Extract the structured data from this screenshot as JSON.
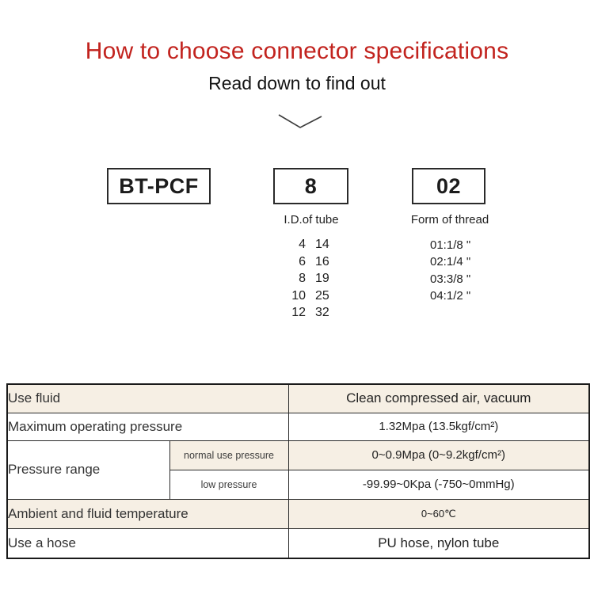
{
  "header": {
    "title": "How to choose connector specifications",
    "subtitle": "Read down to find out"
  },
  "colors": {
    "title_red": "#c2231e",
    "table_beige": "#f6efe4"
  },
  "code_breakdown": {
    "boxes": [
      {
        "text": "BT-PCF"
      },
      {
        "text": "8"
      },
      {
        "text": "02"
      }
    ],
    "captions": {
      "id_of_tube": "I.D.of tube",
      "form_of_thread": "Form of thread"
    },
    "tube_id_pairs": [
      [
        "4",
        "14"
      ],
      [
        "6",
        "16"
      ],
      [
        "8",
        "19"
      ],
      [
        "10",
        "25"
      ],
      [
        "12",
        "32"
      ]
    ],
    "thread_forms": [
      "01:1/8 \"",
      "02:1/4 \"",
      "03:3/8 \"",
      "04:1/2 \""
    ]
  },
  "spec_table": {
    "rows": [
      {
        "label": "Use fluid",
        "value": "Clean compressed air, vacuum"
      },
      {
        "label": "Maximum operating pressure",
        "value": "1.32Mpa (13.5kgf/cm²)"
      },
      {
        "label": "Pressure range",
        "sub": [
          {
            "label": "normal use pressure",
            "value": "0~0.9Mpa (0~9.2kgf/cm²)"
          },
          {
            "label": "low pressure",
            "value": "-99.99~0Kpa (-750~0mmHg)"
          }
        ]
      },
      {
        "label": "Ambient and fluid temperature",
        "value": "0~60℃"
      },
      {
        "label": "Use a hose",
        "value": "PU hose, nylon tube"
      }
    ]
  }
}
